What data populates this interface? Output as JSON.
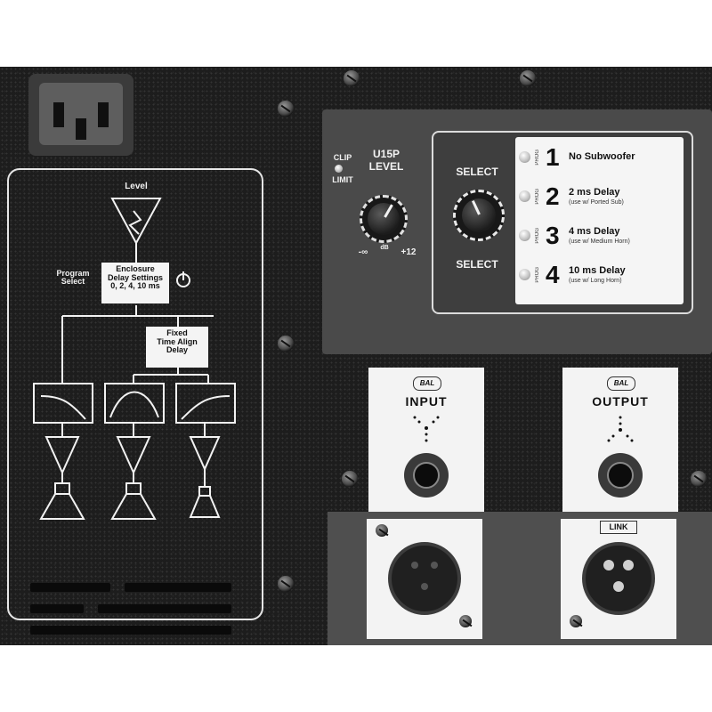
{
  "diagram": {
    "level_label": "Level",
    "program_select_label": "Program\nSelect",
    "enclosure_box": "Enclosure\nDelay Settings\n0, 2, 4, 10 ms",
    "fixed_box": "Fixed\nTime Align\nDelay"
  },
  "controls": {
    "clip_label": "CLIP",
    "limit_label": "LIMIT",
    "model_label": "U15P",
    "level_label": "LEVEL",
    "level_min": "-∞",
    "level_mid": "dB",
    "level_max": "+12",
    "select_top": "SELECT",
    "select_bottom": "SELECT"
  },
  "programs": [
    {
      "prefix": "PROG",
      "number": "1",
      "name": "No Subwoofer",
      "note": ""
    },
    {
      "prefix": "PROG",
      "number": "2",
      "name": "2 ms Delay",
      "note": "(use w/ Ported Sub)"
    },
    {
      "prefix": "PROG",
      "number": "3",
      "name": "4 ms Delay",
      "note": "(use w/ Medium Horn)"
    },
    {
      "prefix": "PROG",
      "number": "4",
      "name": "10 ms Delay",
      "note": "(use w/ Long Horn)"
    }
  ],
  "io": {
    "input_brand": "BAL",
    "input_label": "INPUT",
    "output_brand": "BAL",
    "output_label": "OUTPUT",
    "link_label": "LINK"
  },
  "colors": {
    "panel": "#1d1d1d",
    "plate": "#4a4a4a",
    "label_card": "#f5f5f5"
  }
}
